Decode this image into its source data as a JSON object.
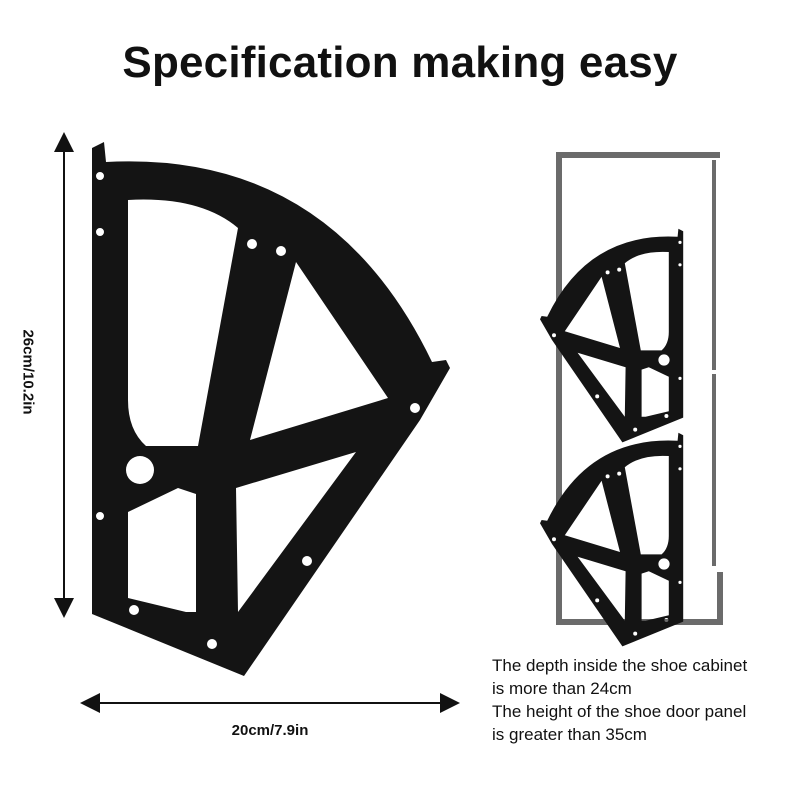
{
  "title": "Specification making easy",
  "dimensions": {
    "height_label": "26cm/10.2in",
    "width_label": "20cm/7.9in"
  },
  "notes": [
    "The depth inside the shoe cabinet",
    "is more than 24cm",
    "The height of the shoe door panel",
    "is greater than 35cm"
  ],
  "colors": {
    "bracket": "#141414",
    "cabinet_frame": "#6b6b6b"
  },
  "icons": {
    "bracket": "shoe-rack-flip-bracket-icon"
  }
}
